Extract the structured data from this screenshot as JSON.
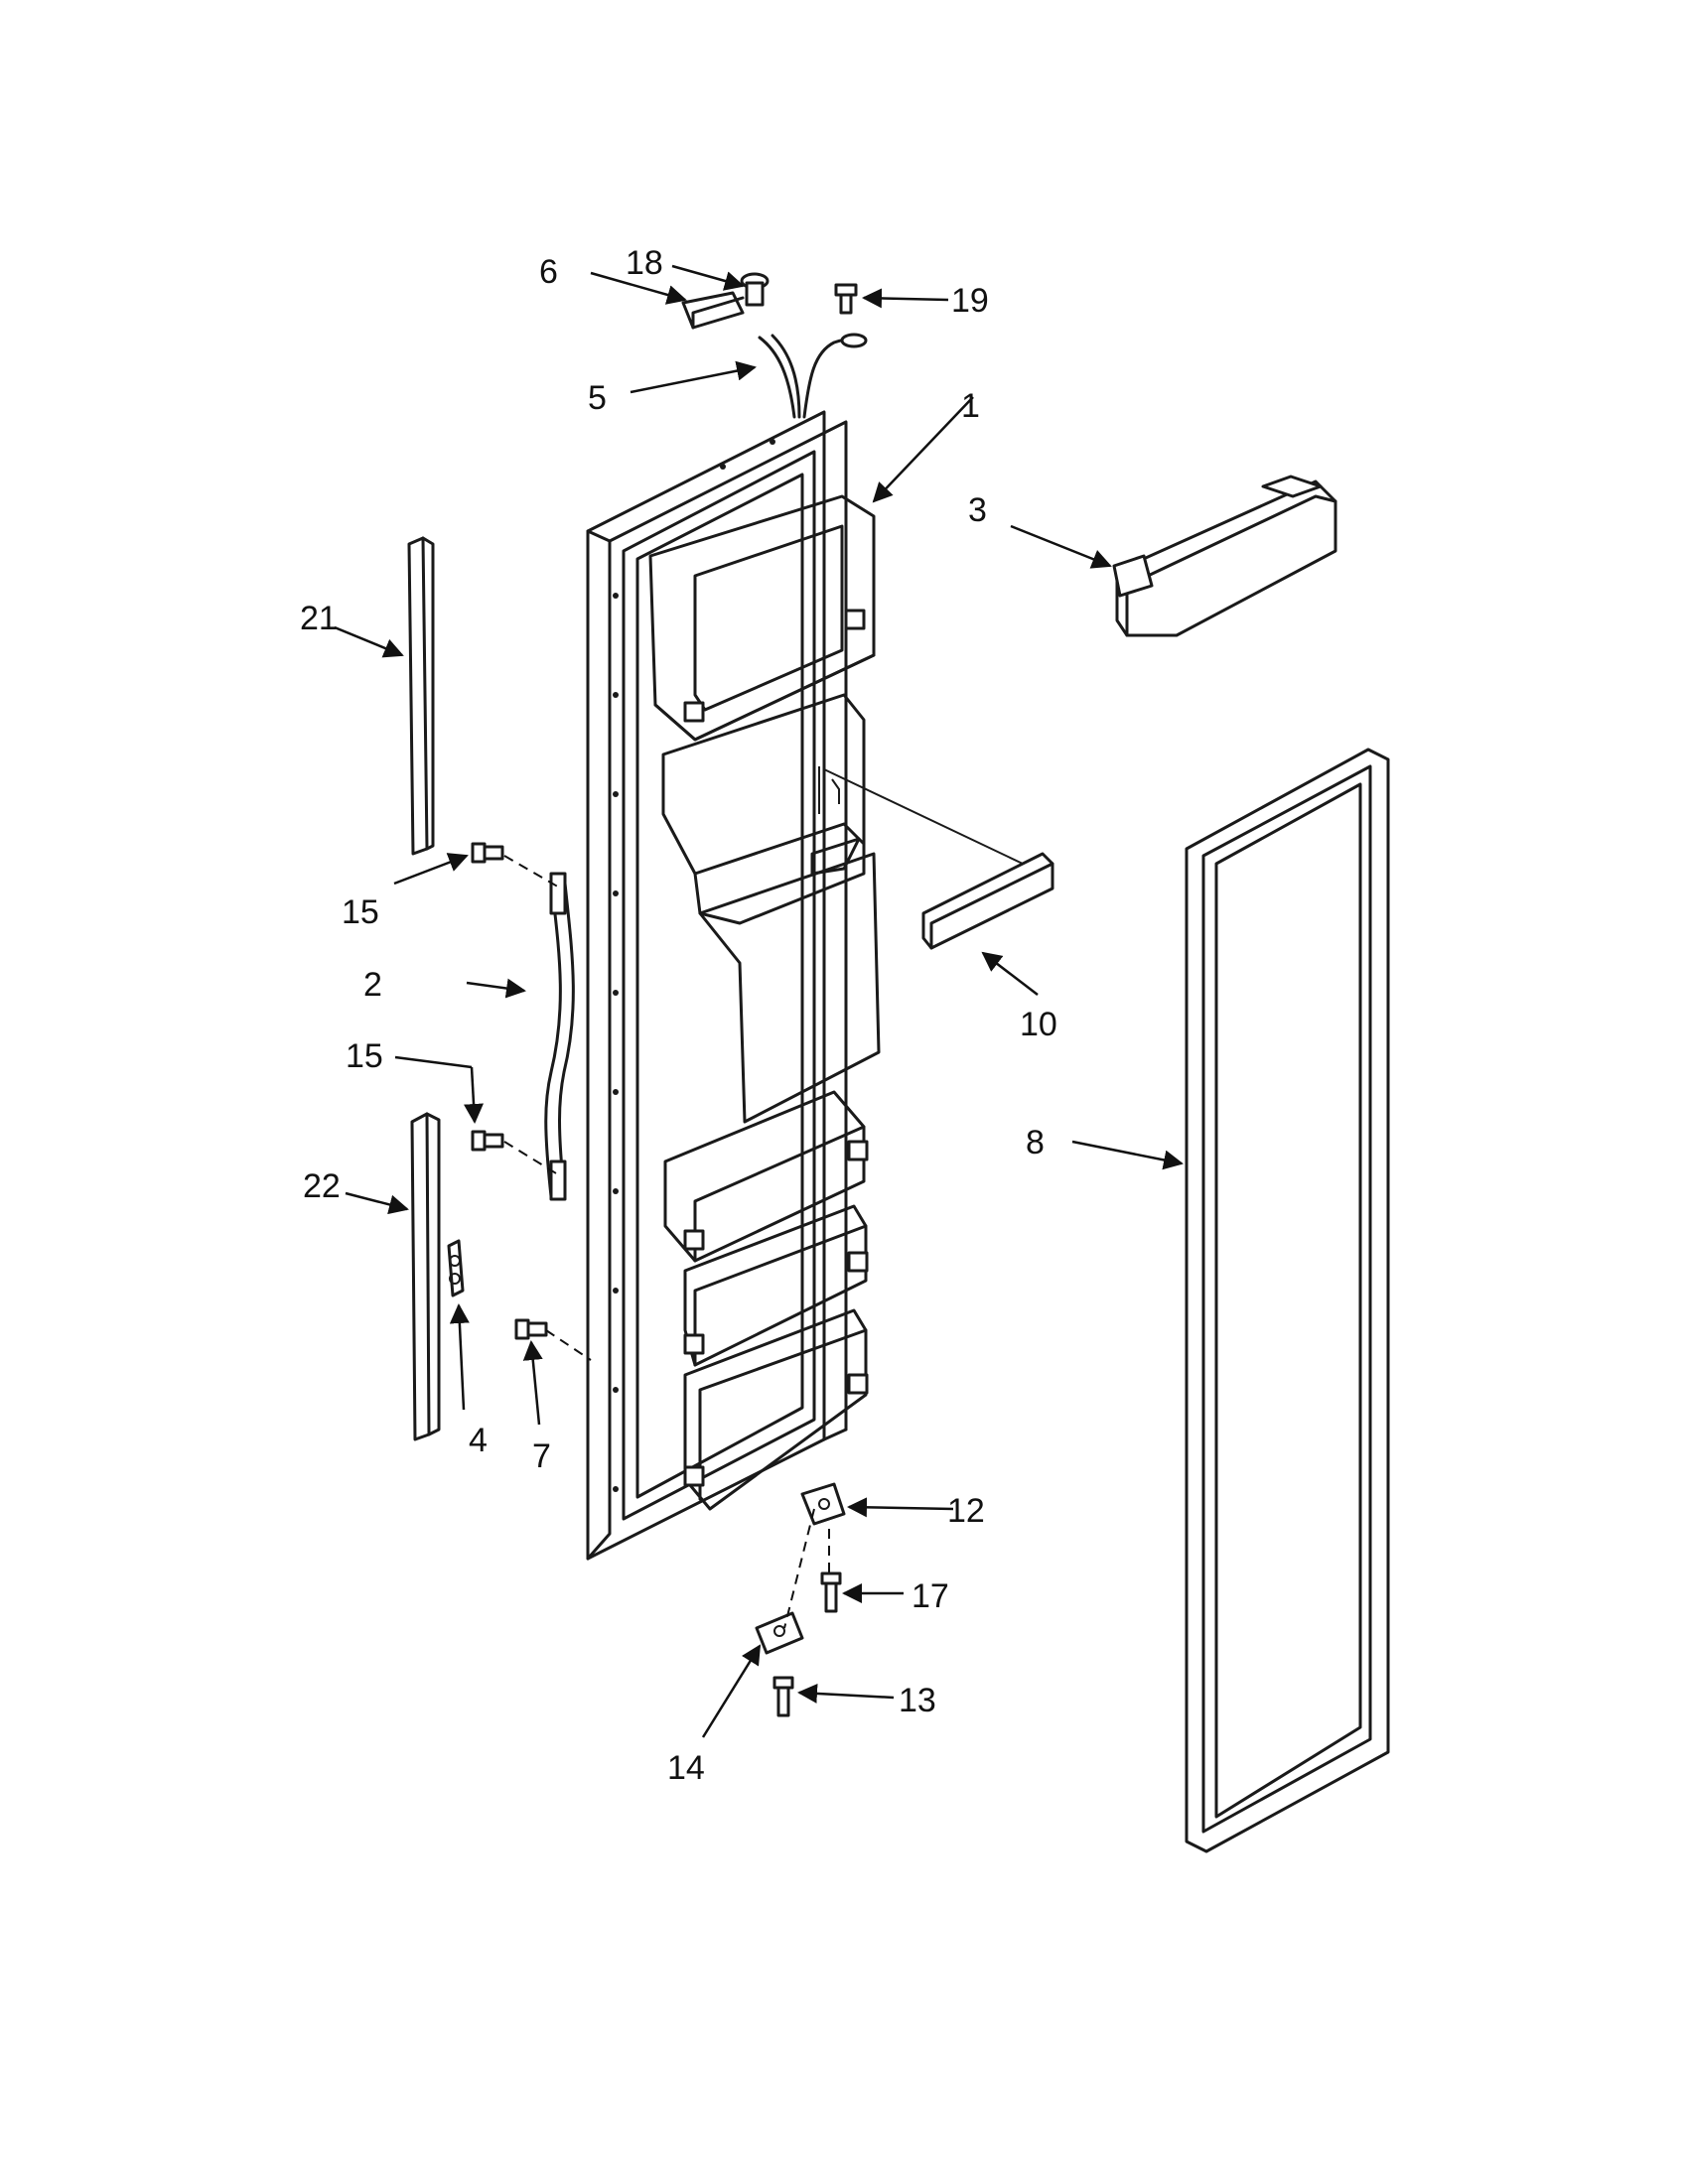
{
  "callouts": {
    "c1": "1",
    "c2": "2",
    "c3": "3",
    "c4": "4",
    "c5": "5",
    "c6": "6",
    "c7": "7",
    "c8": "8",
    "c10": "10",
    "c12": "12",
    "c13": "13",
    "c14": "14",
    "c15a": "15",
    "c15b": "15",
    "c17": "17",
    "c18": "18",
    "c19": "19",
    "c21": "21",
    "c22": "22"
  }
}
